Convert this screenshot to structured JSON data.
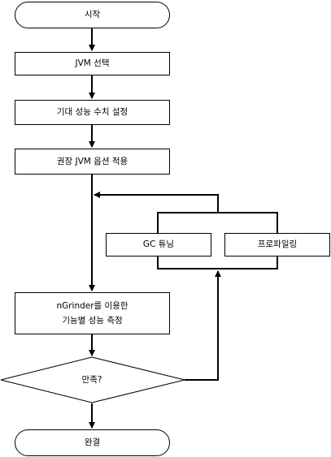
{
  "flowchart": {
    "start": "시작",
    "select_jvm": "JVM 선택",
    "set_expectations": "기대 성능 수치 설정",
    "apply_options": "권장 JVM 옵션 적용",
    "gc_tuning": "GC 튜닝",
    "profiling": "프로파일링",
    "measure_line1": "nGrinder를 이용한",
    "measure_line2": "기능별 성능 측정",
    "satisfied": "만족?",
    "done": "완결"
  }
}
